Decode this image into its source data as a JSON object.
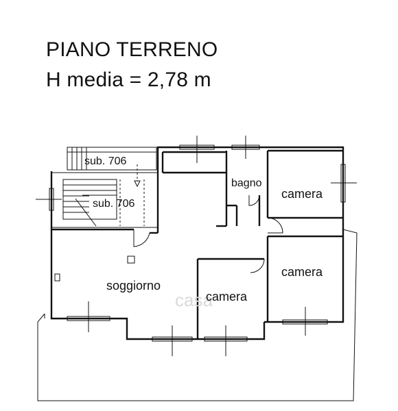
{
  "header": {
    "title": "PIANO TERRENO",
    "height_note": "H media = 2,78 m"
  },
  "rooms": {
    "sub_upper": "sub. 706",
    "sub_lower": "sub. 706",
    "bagno": "bagno",
    "camera_1": "camera",
    "camera_2": "camera",
    "camera_3": "camera",
    "soggiorno": "soggiorno"
  },
  "watermark": "casa"
}
